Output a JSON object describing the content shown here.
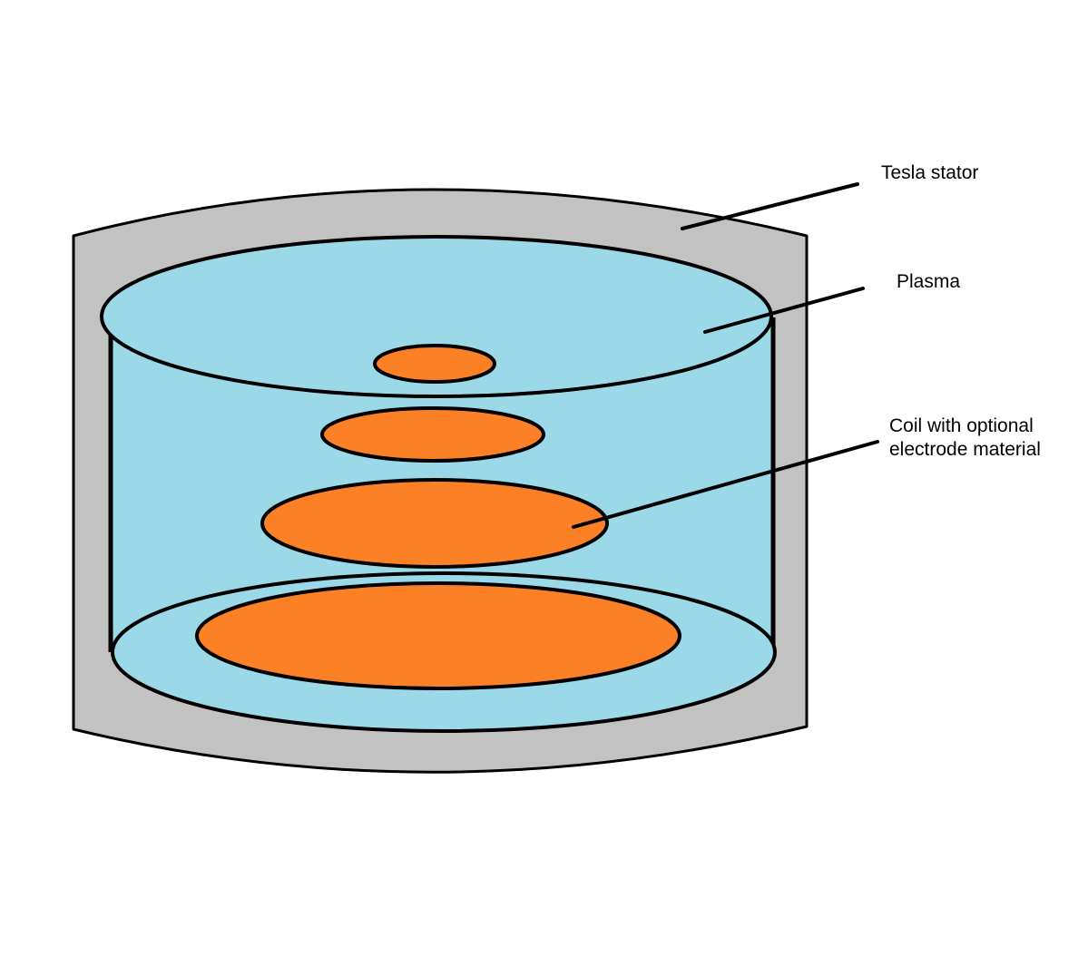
{
  "labels": {
    "stator": "Tesla stator",
    "plasma": "Plasma",
    "coil_line1": "Coil with optional",
    "coil_line2": "electrode material"
  },
  "colors": {
    "stator_fill": "#c2c2c2",
    "plasma_fill": "#9cd9e8",
    "coil_fill": "#fc8025",
    "outline": "#000000",
    "background": "#ffffff"
  }
}
